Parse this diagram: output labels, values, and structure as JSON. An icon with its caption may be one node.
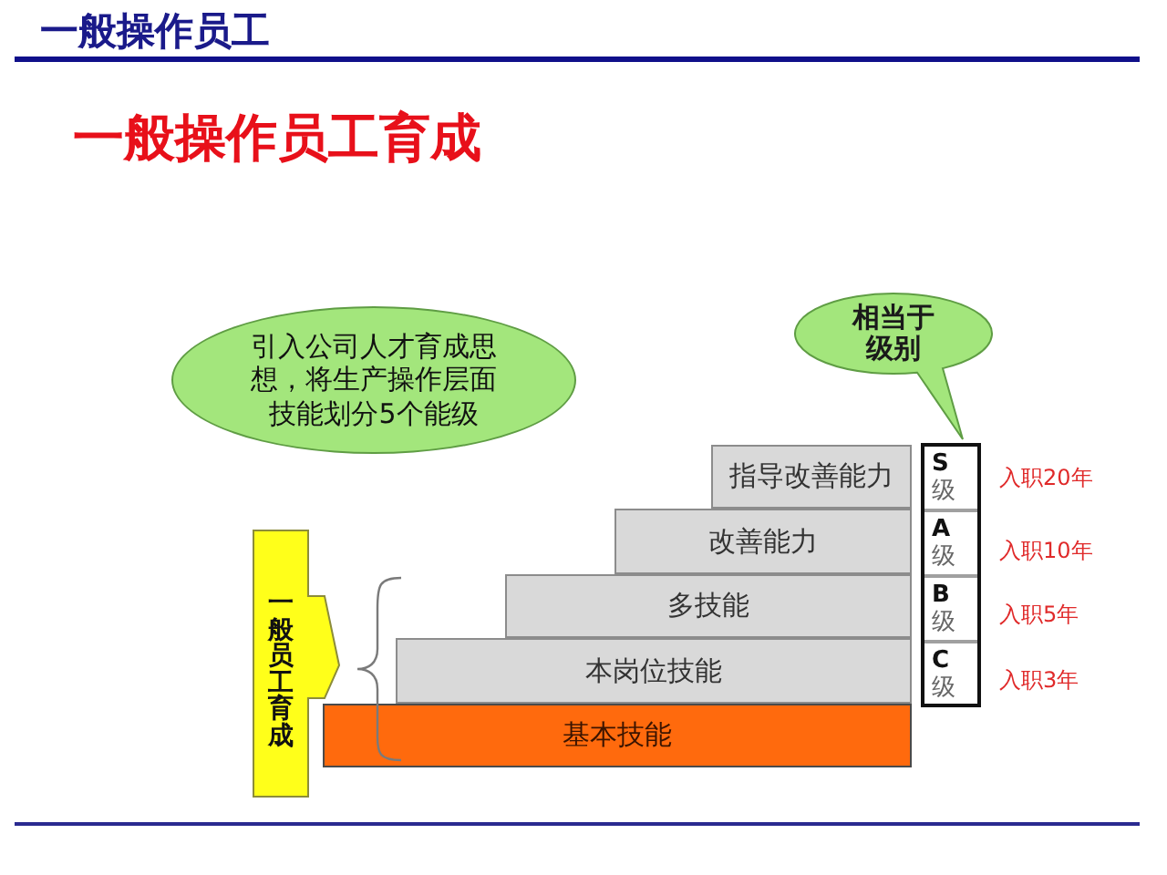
{
  "diagram": {
    "title": "一般操作员工育成",
    "nodes": [
      {
        "text": [
          "引入公司人才育成思想，将生产操作层面技能划分5个能级"
        ]
      },
      {
        "text": [
          "相当于级别"
        ]
      },
      {
        "text": [
          "一般员工育成"
        ]
      },
      {
        "text": [
          "指导改善能力"
        ]
      },
      {
        "text": [
          "改善能力"
        ]
      },
      {
        "text": [
          "多技能"
        ]
      },
      {
        "text": [
          "本岗位技能"
        ]
      },
      {
        "text": [
          "基本技能"
        ]
      },
      {
        "text": [],
        "shape": "box"
      },
      {
        "text": [
          "S",
          "级"
        ],
        "in": 8,
        "beside": [
          "入职20年"
        ]
      },
      {
        "text": [
          "A",
          "级"
        ],
        "in": 8,
        "beside": [
          "入职10年"
        ]
      },
      {
        "text": [
          "B",
          "级"
        ],
        "in": 8,
        "beside": [
          "入职5年"
        ]
      },
      {
        "text": [
          "C",
          "级"
        ],
        "in": 8,
        "beside": [
          "入职3年"
        ]
      }
    ],
    "labels": [
      "一般操作员工"
    ]
  }
}
